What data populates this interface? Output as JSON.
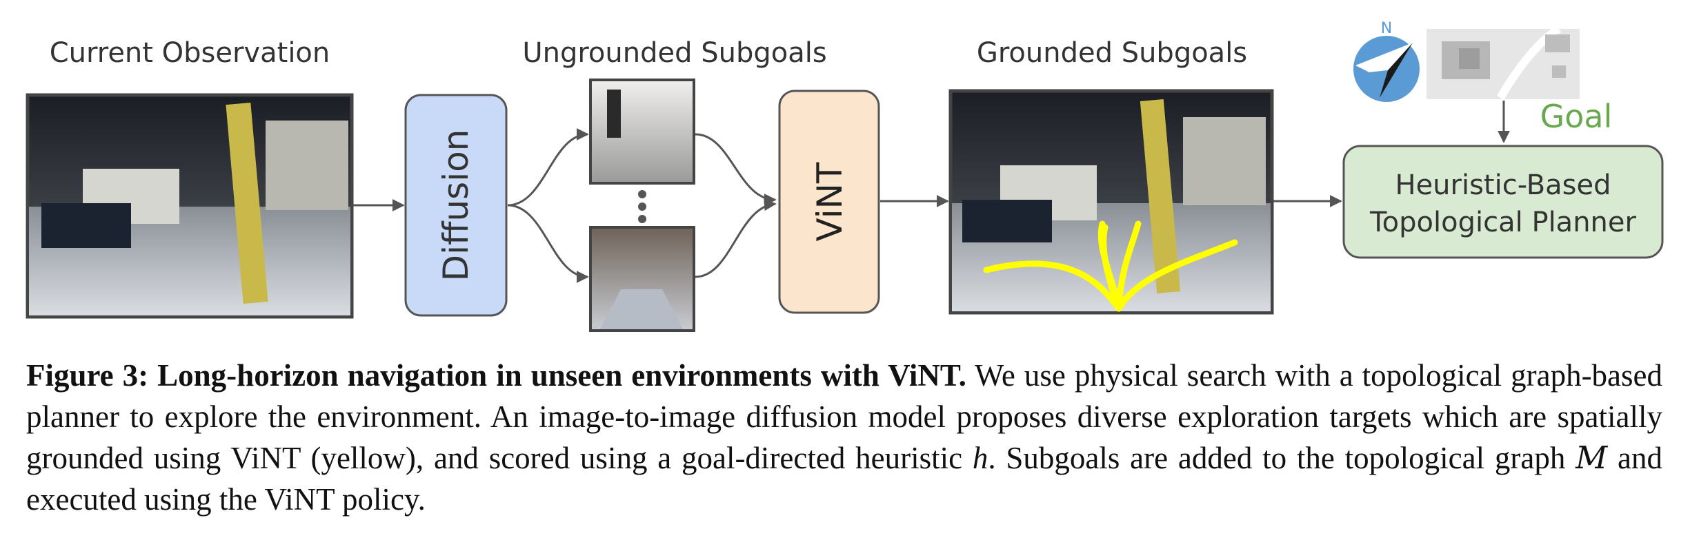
{
  "labels": {
    "current_observation": "Current Observation",
    "ungrounded_subgoals": "Ungrounded Subgoals",
    "grounded_subgoals": "Grounded Subgoals",
    "diffusion": "Diffusion",
    "vint": "ViNT",
    "goal": "Goal",
    "compass_n": "N",
    "planner_line1": "Heuristic-Based",
    "planner_line2": "Topological Planner"
  },
  "caption": {
    "fig_label": "Figure 3:",
    "bold_title": "Long-horizon navigation in unseen environments with ViNT.",
    "text1": " We use physical search with a topological graph-based planner to explore the environment.  An image-to-image diffusion model proposes diverse exploration targets which are spatially grounded using ViNT (yellow), and scored using a goal-directed heuristic ",
    "math_h": "h",
    "text2": ". Subgoals are added to the topological graph ",
    "math_M": "M",
    "text3": " and executed using the ViNT policy."
  },
  "colors": {
    "diffusion_fill": "#c9daf8",
    "vint_fill": "#fce5cd",
    "planner_fill": "#d9ead3",
    "goal_text": "#6aa84f",
    "grounded_paths": "#ffff00",
    "compass": "#5b9bd5"
  }
}
